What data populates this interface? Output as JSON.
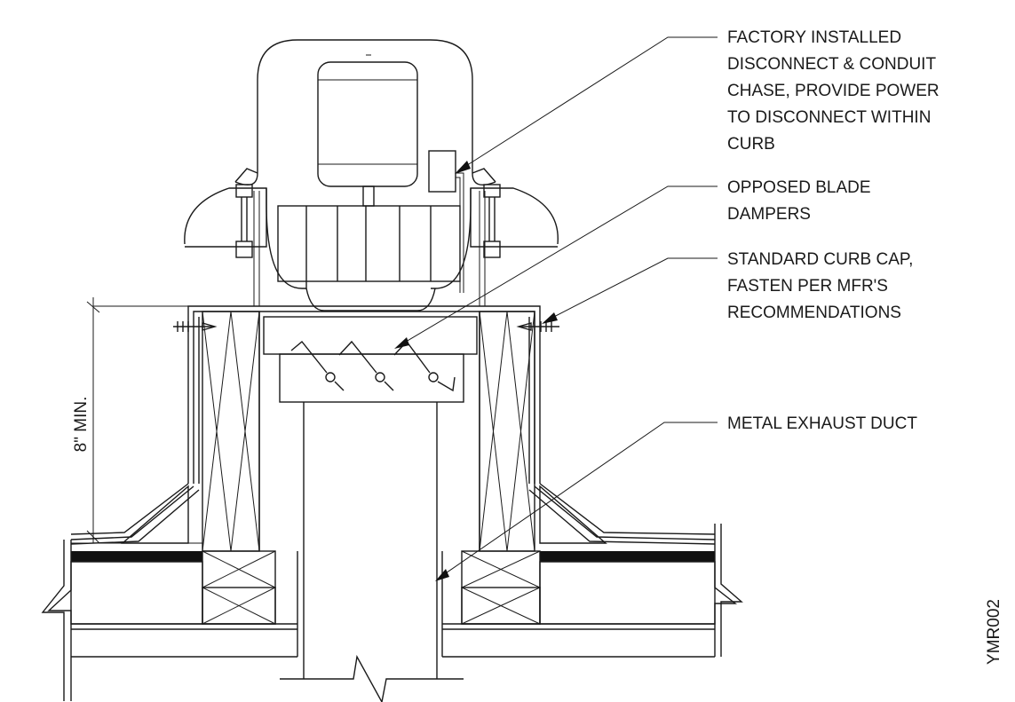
{
  "callouts": {
    "disconnect": [
      "FACTORY INSTALLED",
      "DISCONNECT & CONDUIT",
      "CHASE, PROVIDE POWER",
      "TO DISCONNECT WITHIN",
      "CURB"
    ],
    "dampers": [
      "OPPOSED BLADE",
      "DAMPERS"
    ],
    "curb_cap": [
      "STANDARD CURB CAP,",
      "FASTEN PER MFR'S",
      "RECOMMENDATIONS"
    ],
    "duct": [
      "METAL EXHAUST DUCT"
    ]
  },
  "dimension_label": "8\" MIN.",
  "drawing_id": "YMR002"
}
